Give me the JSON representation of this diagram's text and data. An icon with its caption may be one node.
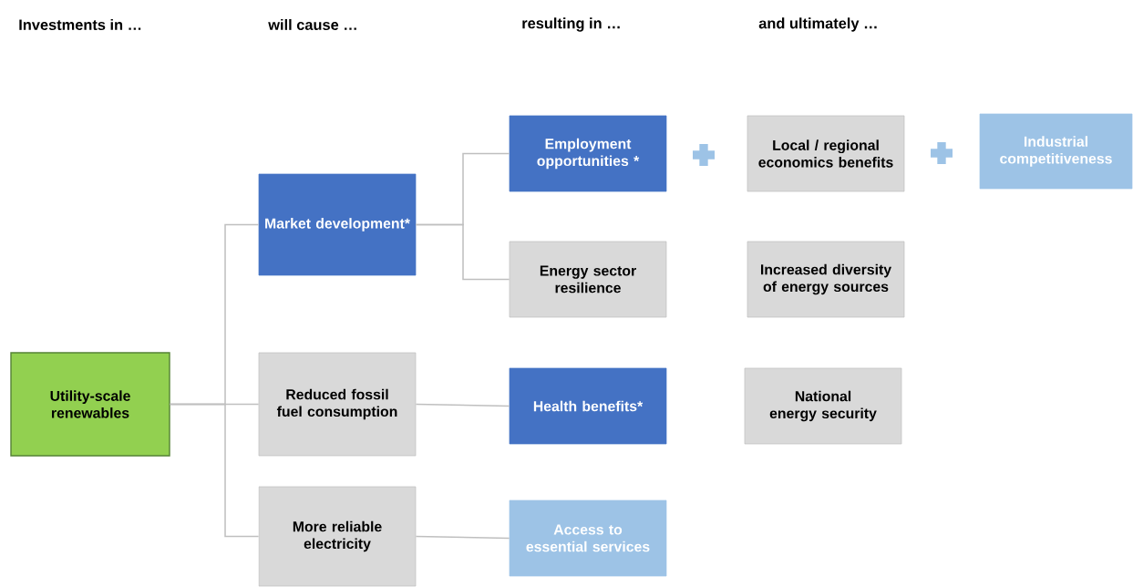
{
  "diagram": {
    "nodes": [
      {
        "text": [
          "Utility-scale renewables"
        ]
      },
      {
        "text": [
          "Market development*"
        ]
      },
      {
        "text": [
          "Reduced fossil fuel consumption"
        ]
      },
      {
        "text": [
          "More reliable electricity"
        ]
      },
      {
        "text": [
          "Employment opportunities *"
        ]
      },
      {
        "text": [
          "Energy sector resilience"
        ]
      },
      {
        "text": [
          "Health benefits*"
        ]
      },
      {
        "text": [
          "Access to essential services"
        ]
      },
      {
        "text": [
          "Local / regional economics benefits"
        ]
      },
      {
        "text": [
          "Industrial competitiveness"
        ]
      },
      {
        "text": [
          "Increased diversity of energy sources"
        ]
      },
      {
        "text": [
          "National energy security"
        ]
      }
    ],
    "edges": [
      {
        "from": 0,
        "to": 1,
        "arrow": "none"
      },
      {
        "from": 0,
        "to": 2,
        "arrow": "none"
      },
      {
        "from": 0,
        "to": 3,
        "arrow": "none"
      },
      {
        "from": 1,
        "to": 4,
        "arrow": "none"
      },
      {
        "from": 1,
        "to": 5,
        "arrow": "none"
      },
      {
        "from": 2,
        "to": 6,
        "arrow": "none"
      },
      {
        "from": 3,
        "to": 7,
        "arrow": "none"
      }
    ],
    "labels": [
      "Investments in …",
      "will cause …",
      "resulting in …",
      "and ultimately …"
    ]
  }
}
